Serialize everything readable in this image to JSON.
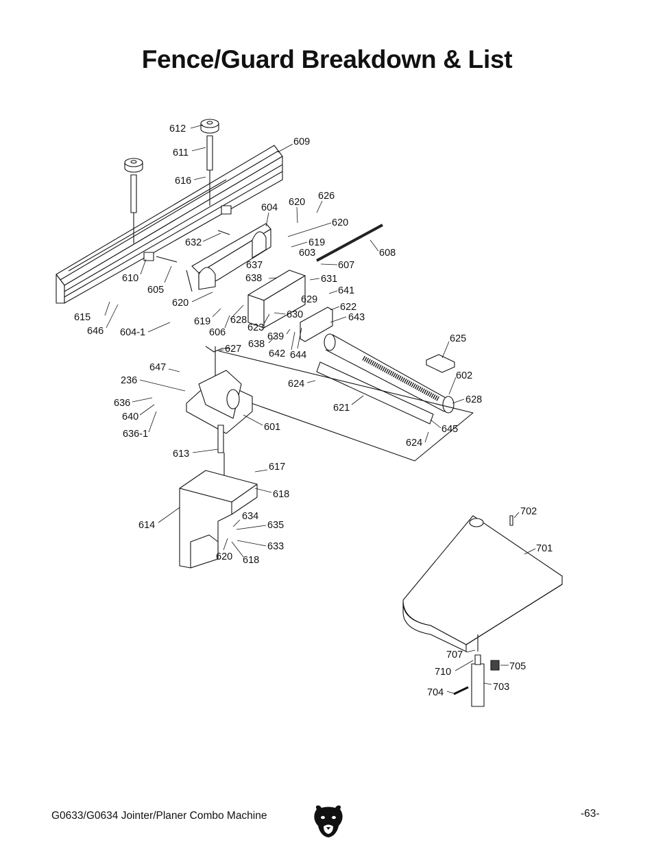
{
  "page": {
    "title": "Fence/Guard Breakdown & List",
    "footer_model": "G0633/G0634 Jointer/Planer Combo Machine",
    "page_number": "-63-"
  },
  "diagram": {
    "callouts": [
      "612",
      "611",
      "609",
      "616",
      "604",
      "620",
      "626",
      "620",
      "632",
      "619",
      "608",
      "637",
      "603",
      "607",
      "638",
      "631",
      "610",
      "605",
      "641",
      "629",
      "620",
      "619",
      "628",
      "606",
      "623",
      "630",
      "622",
      "643",
      "615",
      "646",
      "604-1",
      "638",
      "639",
      "642",
      "644",
      "625",
      "627",
      "647",
      "602",
      "236",
      "624",
      "636",
      "628",
      "640",
      "621",
      "636-1",
      "601",
      "645",
      "624",
      "613",
      "617",
      "618",
      "702",
      "634",
      "635",
      "614",
      "701",
      "633",
      "620",
      "618",
      "707",
      "705",
      "710",
      "703",
      "704"
    ]
  },
  "logo": {
    "icon": "bear-head-icon"
  }
}
